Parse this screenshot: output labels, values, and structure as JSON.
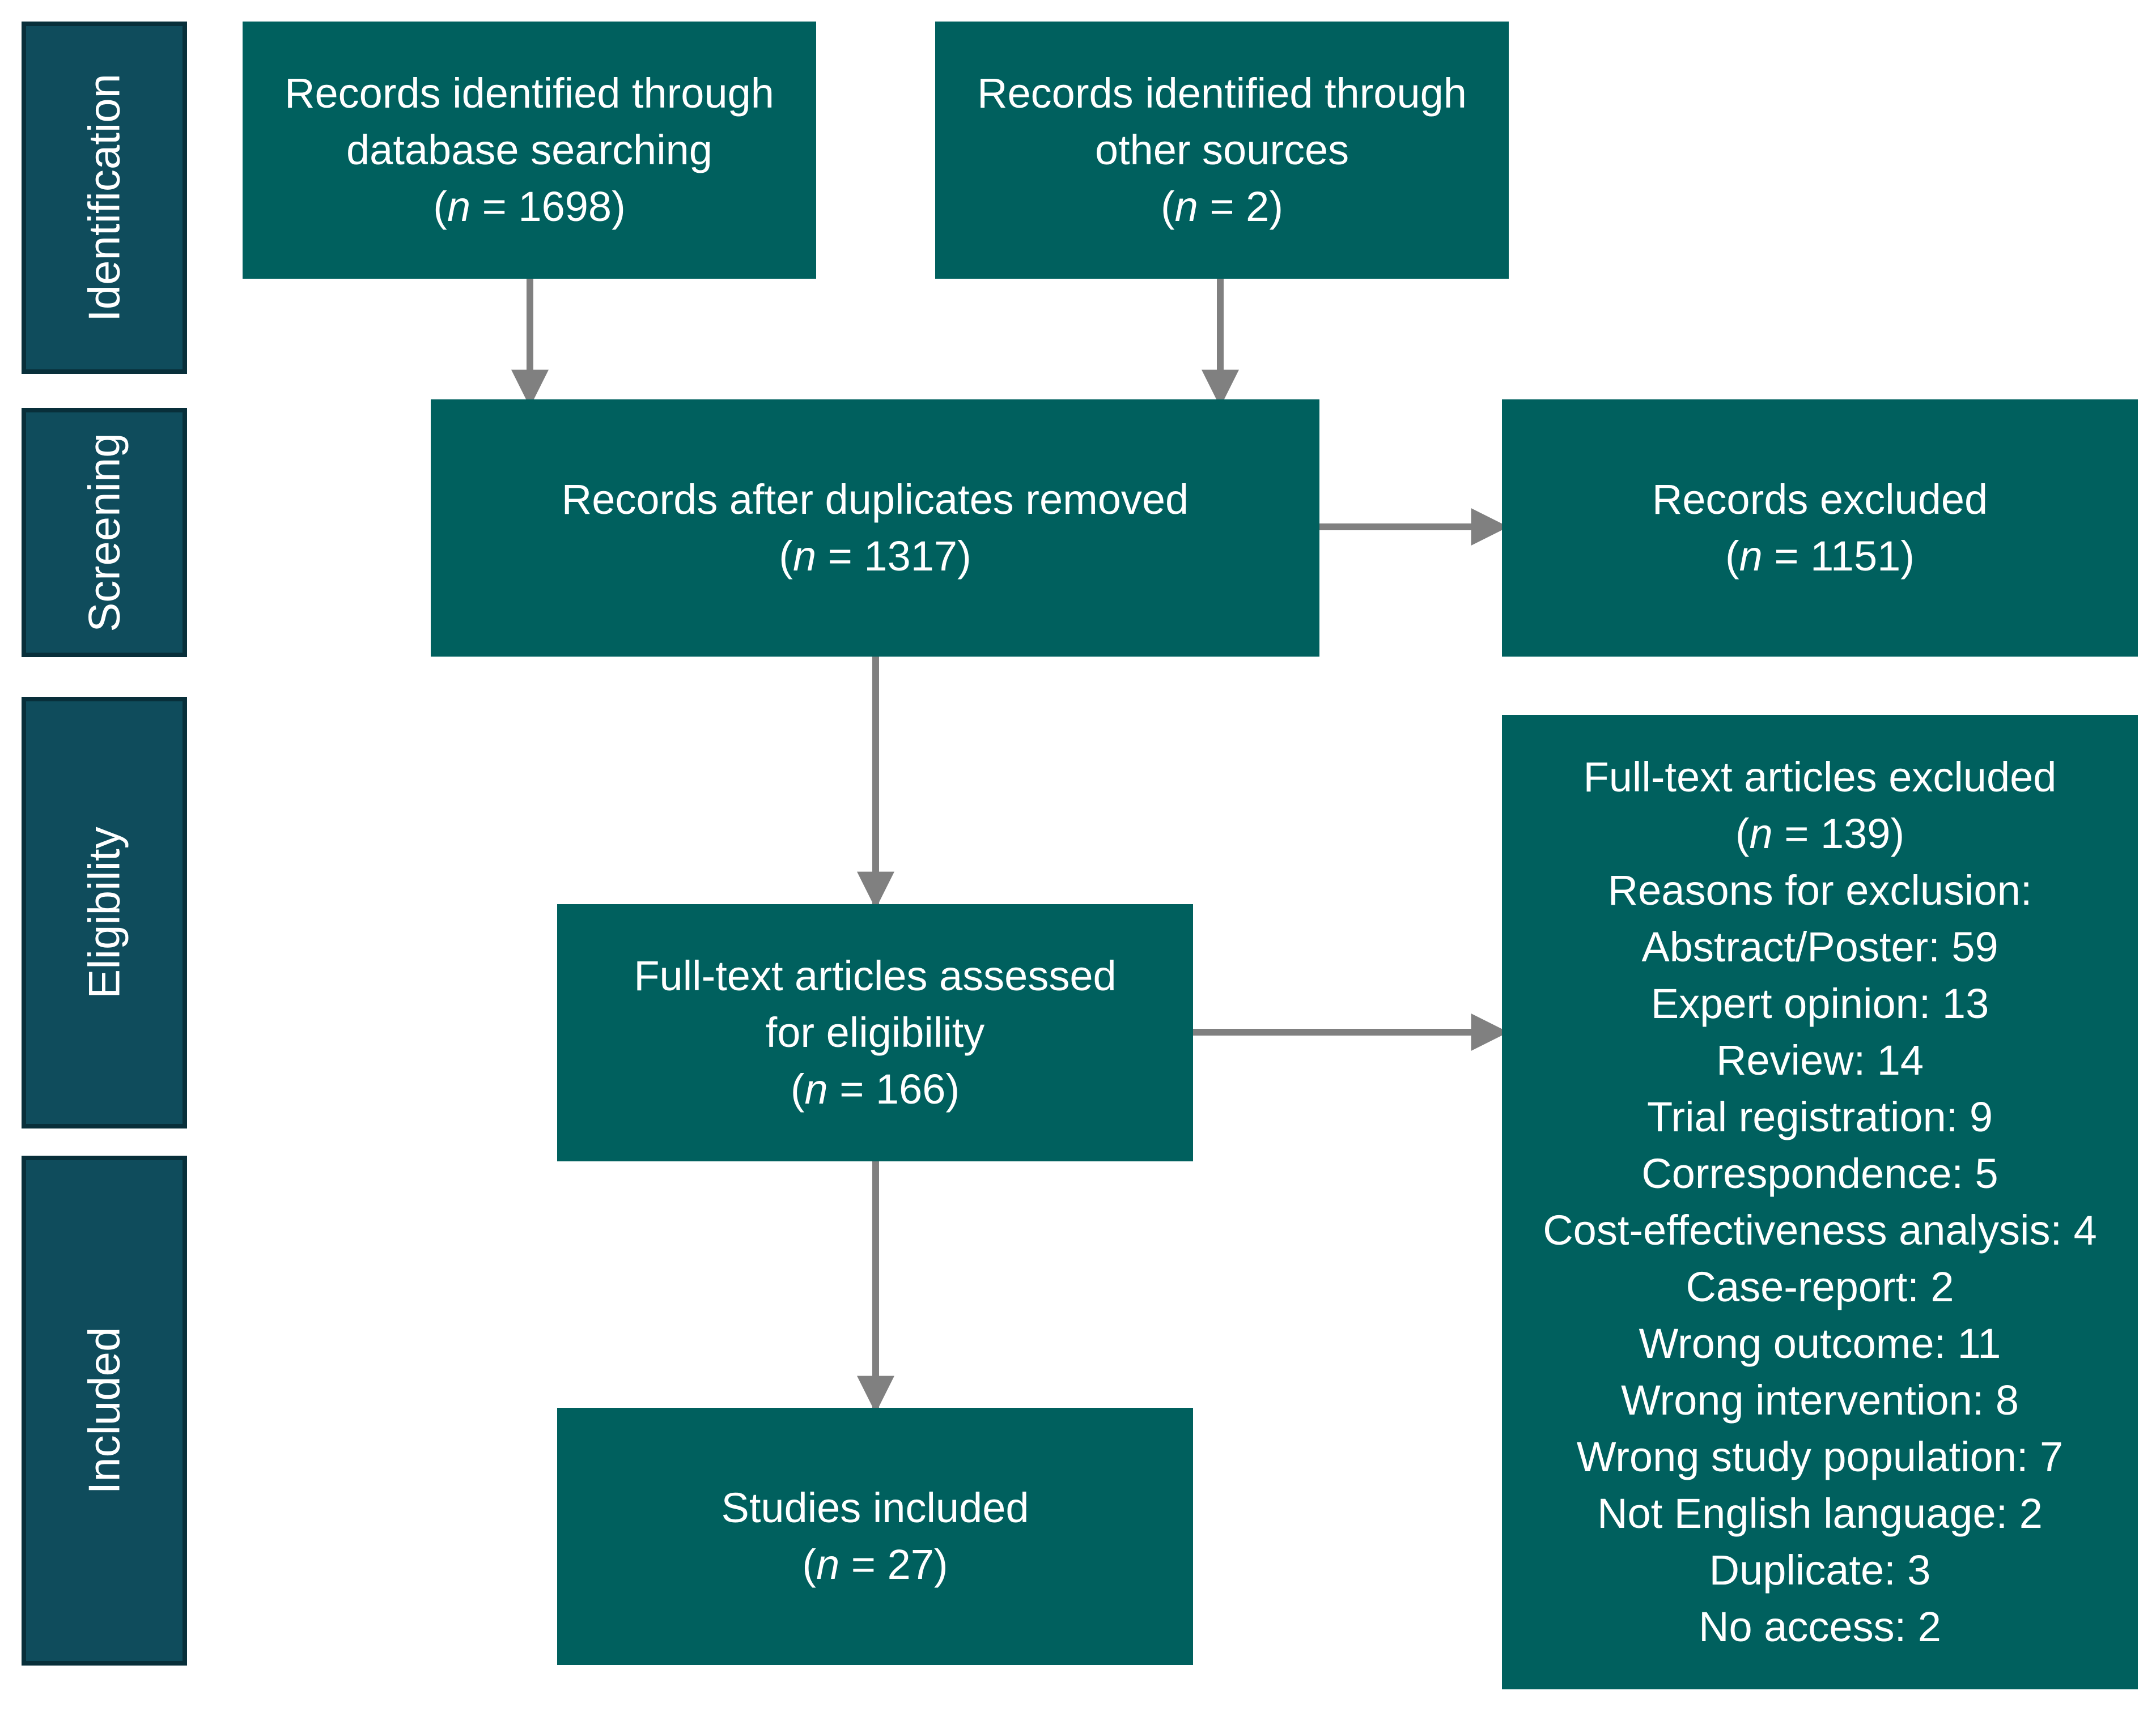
{
  "phases": {
    "identification": "Identification",
    "screening": "Screening",
    "eligibility": "Eligibility",
    "included": "Included"
  },
  "boxes": {
    "database": {
      "lines": [
        "Records identified through",
        "database searching"
      ],
      "n_var": "n",
      "n_text": " = 1698"
    },
    "other_sources": {
      "lines": [
        "Records identified through",
        "other sources"
      ],
      "n_var": "n",
      "n_text": " = 2"
    },
    "after_duplicates": {
      "lines": [
        "Records after duplicates removed"
      ],
      "n_var": "n",
      "n_text": " = 1317"
    },
    "records_excluded": {
      "lines": [
        "Records excluded"
      ],
      "n_var": "n",
      "n_text": " = 1151"
    },
    "full_text_assessed": {
      "lines": [
        "Full-text articles assessed",
        "for eligibility"
      ],
      "n_var": "n",
      "n_text": " = 166"
    },
    "full_text_excluded": {
      "title": "Full-text articles excluded",
      "n_var": "n",
      "n_text": " = 139",
      "reasons_header": "Reasons for exclusion:",
      "reasons": [
        "Abstract/Poster: 59",
        "Expert opinion: 13",
        "Review: 14",
        "Trial registration: 9",
        "Correspondence: 5",
        "Cost-effectiveness analysis: 4",
        "Case-report: 2",
        "Wrong outcome: 11",
        "Wrong intervention: 8",
        "Wrong study population: 7",
        "Not English language: 2",
        "Duplicate: 3",
        "No access: 2"
      ]
    },
    "studies_included": {
      "lines": [
        "Studies included"
      ],
      "n_var": "n",
      "n_text": " = 27"
    }
  },
  "colors": {
    "phase_fill": "#0f4c5c",
    "box_fill": "#00605e",
    "arrow": "#808080",
    "text": "#ffffff"
  }
}
